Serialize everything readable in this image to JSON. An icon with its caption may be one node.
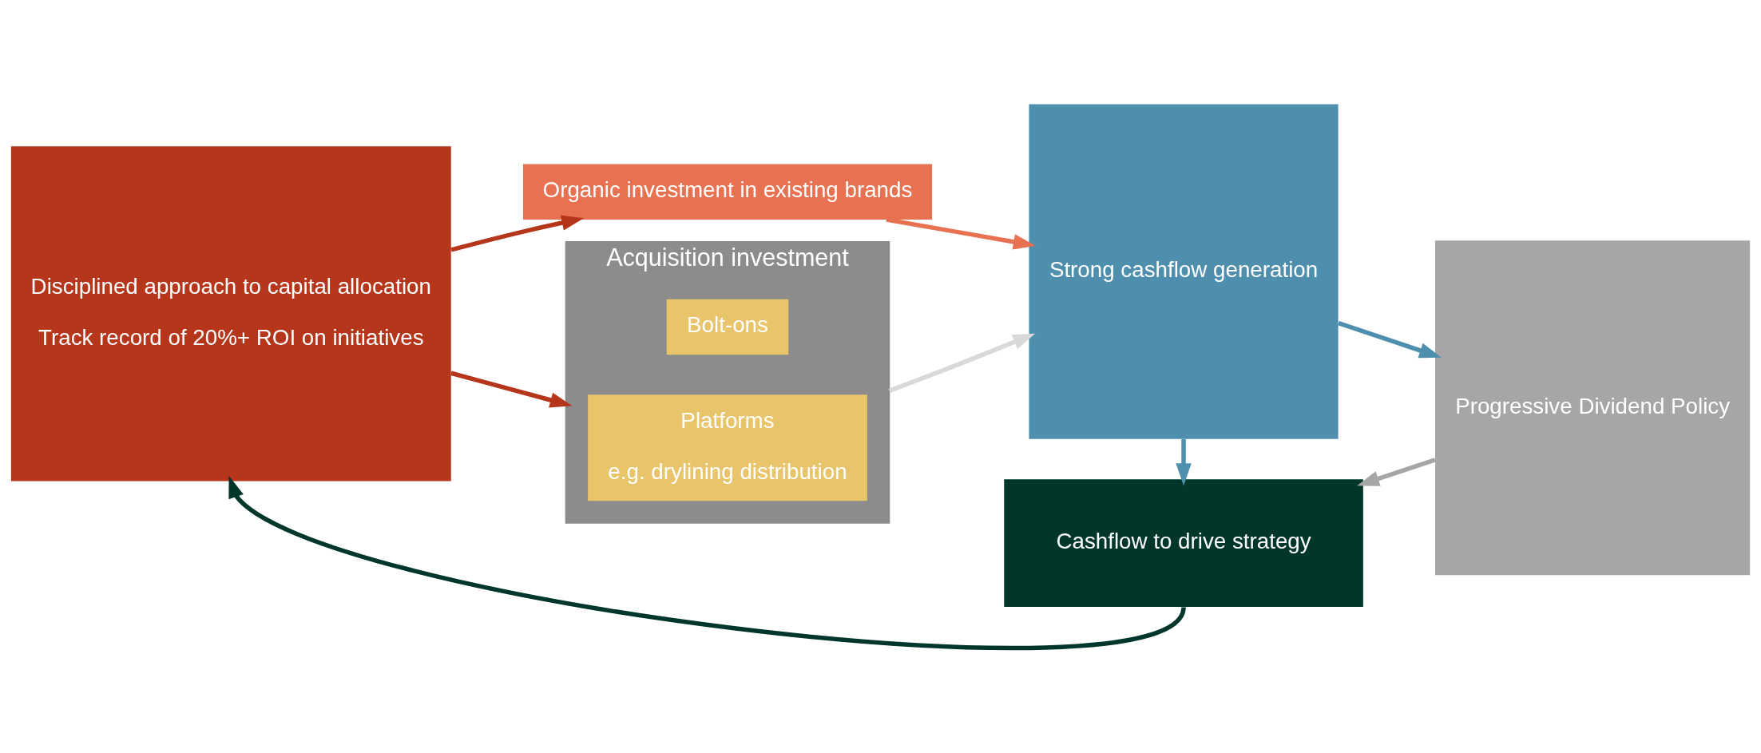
{
  "diagram": {
    "nodes": [
      {
        "text": [
          "Disciplined approach to capital allocation",
          "Track record of 20%+ ROI on initiatives"
        ]
      },
      {
        "text": [
          "Organic investment in existing brands"
        ]
      },
      {
        "text": [
          "Acquisition investment"
        ]
      },
      {
        "text": [
          "Platforms",
          "e.g. drylining distribution"
        ],
        "in": 2
      },
      {
        "text": [
          "Bolt-ons"
        ],
        "in": 2
      },
      {
        "text": [
          "Strong cashflow generation"
        ]
      },
      {
        "text": [
          "Progressive Dividend Policy"
        ]
      },
      {
        "text": [
          "Cashflow to drive strategy"
        ]
      }
    ],
    "edges": [
      {
        "from": 0,
        "to": 1,
        "arrow": "to",
        "color": "#b5361a"
      },
      {
        "from": 0,
        "to": 2,
        "arrow": "to",
        "color": "#b5361a"
      },
      {
        "from": 1,
        "to": 5,
        "arrow": "to",
        "color": "#e87152"
      },
      {
        "from": 2,
        "to": 5,
        "arrow": "to",
        "color": "#d9d9d9"
      },
      {
        "from": 5,
        "to": 6,
        "arrow": "to",
        "color": "#4f8fae"
      },
      {
        "from": 5,
        "to": 7,
        "arrow": "to",
        "color": "#4f8fae"
      },
      {
        "from": 6,
        "to": 7,
        "arrow": "to",
        "color": "#a6a6a6"
      },
      {
        "from": 7,
        "to": 0,
        "arrow": "to",
        "color": "#00372a"
      }
    ]
  }
}
